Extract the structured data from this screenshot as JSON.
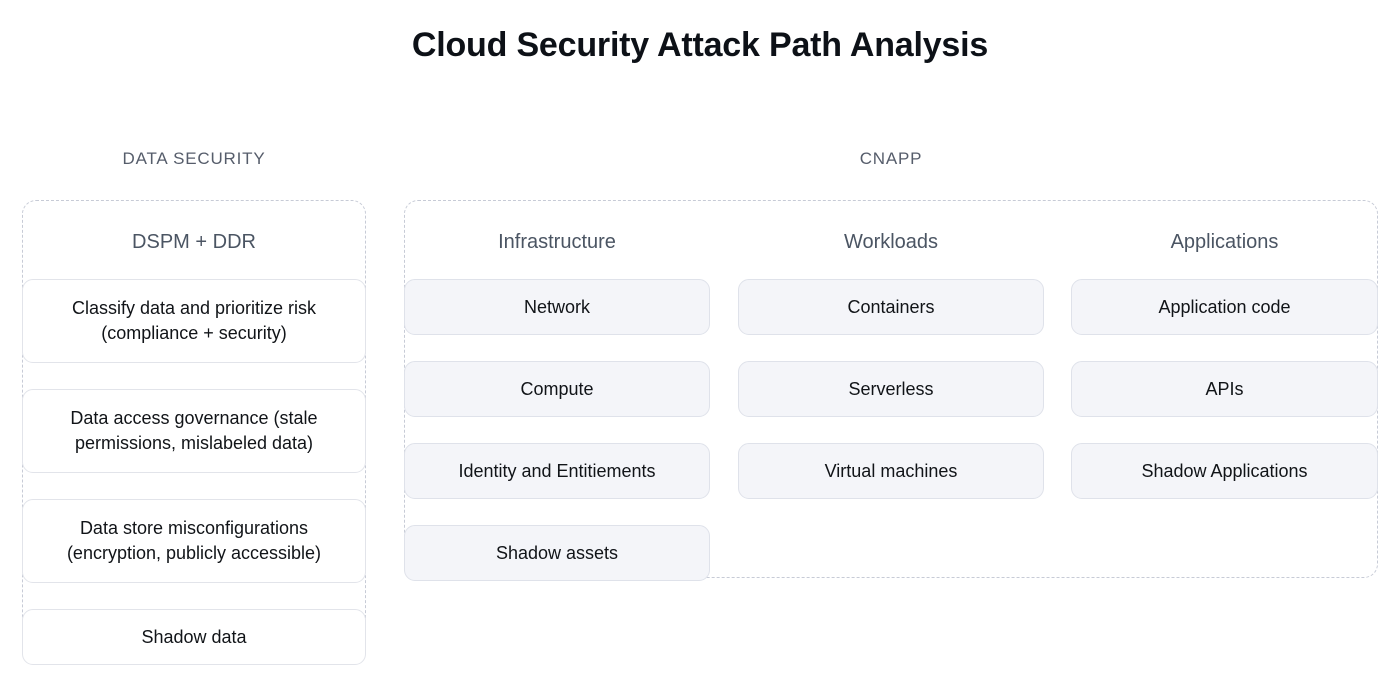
{
  "page": {
    "title": "Cloud Security Attack Path Analysis",
    "background": "#ffffff",
    "title_color": "#0d1117",
    "header_color": "#565d6b",
    "column_title_color": "#4b5563",
    "card_text_color": "#111418",
    "tinted_card_fill": "#f4f5f9",
    "tinted_card_border": "#dfe2ea",
    "white_card_fill": "#ffffff",
    "white_card_border": "#e2e4ea",
    "dashed_border_color": "#c7cbd6"
  },
  "sections": [
    {
      "key": "data_security",
      "header": "DATA SECURITY",
      "columns": [
        {
          "key": "dspm_ddr",
          "title": "DSPM + DDR",
          "cards": [
            {
              "label": "Classify data and prioritize risk (compliance + security)",
              "lines": 2,
              "style": "white"
            },
            {
              "label": "Data access governance (stale permissions, mislabeled data)",
              "lines": 2,
              "style": "white"
            },
            {
              "label": "Data store misconfigurations (encryption, publicly accessible)",
              "lines": 2,
              "style": "white"
            },
            {
              "label": "Shadow data",
              "lines": 1,
              "style": "white"
            }
          ]
        }
      ]
    },
    {
      "key": "cnapp",
      "header": "CNAPP",
      "columns": [
        {
          "key": "infrastructure",
          "title": "Infrastructure",
          "cards": [
            {
              "label": "Network",
              "lines": 1,
              "style": "tinted"
            },
            {
              "label": "Compute",
              "lines": 1,
              "style": "tinted"
            },
            {
              "label": "Identity and Entitiements",
              "lines": 1,
              "style": "tinted"
            },
            {
              "label": "Shadow assets",
              "lines": 1,
              "style": "tinted"
            }
          ]
        },
        {
          "key": "workloads",
          "title": "Workloads",
          "cards": [
            {
              "label": "Containers",
              "lines": 1,
              "style": "tinted"
            },
            {
              "label": "Serverless",
              "lines": 1,
              "style": "tinted"
            },
            {
              "label": "Virtual machines",
              "lines": 1,
              "style": "tinted"
            }
          ]
        },
        {
          "key": "applications",
          "title": "Applications",
          "cards": [
            {
              "label": "Application code",
              "lines": 1,
              "style": "tinted"
            },
            {
              "label": "APIs",
              "lines": 1,
              "style": "tinted"
            },
            {
              "label": "Shadow Applications",
              "lines": 1,
              "style": "tinted"
            }
          ]
        }
      ]
    }
  ]
}
